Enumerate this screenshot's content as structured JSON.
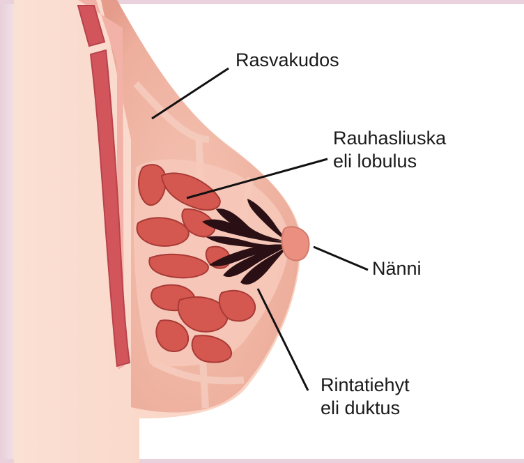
{
  "labels": {
    "fat_tissue": "Rasvakudos",
    "lobule_line1": "Rauhasliuska",
    "lobule_line2": "eli lobulus",
    "nipple": "Nänni",
    "duct_line1": "Rintatiehyt",
    "duct_line2": "eli duktus"
  },
  "colors": {
    "background_tint": "#ead3dc",
    "skin": "#f8d2c2",
    "breast_fat": "#f0b7a6",
    "muscle": "#d2555c",
    "gland": "#d4584f",
    "duct": "#2a1014",
    "leader_line": "#111111"
  }
}
